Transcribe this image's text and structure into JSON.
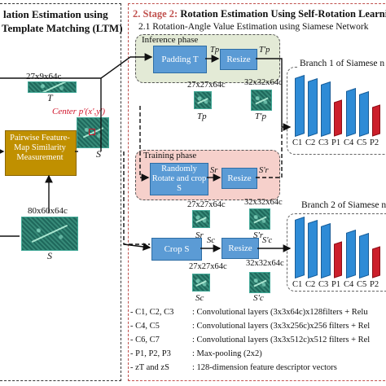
{
  "stage1": {
    "title_line1": "lation Estimation using",
    "title_line2": "Template Matching (LTM)",
    "template_dim": "27x9x64c",
    "template_sym": "T",
    "center_label": "Center p'(x',y')",
    "similarity_label": "Pairwise Feature-Map Similarity Measurement",
    "search_sym": "S",
    "search_dim": "80x60x64c",
    "search_sym2": "S"
  },
  "stage2": {
    "title_prefix": "2. Stage 2:",
    "title_rest": "Rotation Estimation Using Self-Rotation Learning",
    "subtitle": "2.1 Rotation-Angle Value Estimation using Siamese Network",
    "inference_phase": "Inference phase",
    "padding_label": "Padding T",
    "tp_arrow_label": "Tp",
    "resize_label": "Resize",
    "tpp_arrow_label": "T'p",
    "dim_27": "27x27x64c",
    "dim_32": "32x32x64c",
    "tp_sym": "Tp",
    "tpp_sym": "T'p",
    "training_phase": "Training phase",
    "rotate_label": "Randomly Rotate and crop S",
    "sr_arrow_label": "Sr",
    "resize2_label": "Resize",
    "srp_arrow_label": "S'r",
    "dim_27b": "27x27x64c",
    "dim_32b": "32x32x64c",
    "sr_sym": "Sr",
    "srp_sym": "S'r",
    "crop_label": "Crop S",
    "sc_arrow_label": "Sc",
    "resize3_label": "Resize",
    "scp_arrow_label": "S'c",
    "dim_27c": "27x27x64c",
    "dim_32c": "32x32x64c",
    "sc_sym": "Sc",
    "scp_sym": "S'c",
    "branch1": "Branch 1 of Siamese n",
    "branch2": "Branch 2 of Siamese n",
    "layer_labels": [
      "C1",
      "C2",
      "C3",
      "P1",
      "C4",
      "C5",
      "P2"
    ],
    "layer_labels2": [
      "C1",
      "C2",
      "C3",
      "P1",
      "C4",
      "C5",
      "P2"
    ]
  },
  "legend": [
    {
      "key": "- C1, C2, C3",
      "desc": ": Convolutional layers (3x3x64c)x128filters + Relu"
    },
    {
      "key": "- C4, C5",
      "desc": ": Convolutional layers (3x3x256c)x256 filters + Rel"
    },
    {
      "key": "- C6, C7",
      "desc": ": Convolutional layers (3x3x512c)x512 filters + Rel"
    },
    {
      "key": "- P1, P2, P3",
      "desc": ": Max-pooling (2x2)"
    },
    {
      "key": "- zT and zS",
      "desc": ": 128-dimension feature descriptor vectors"
    }
  ],
  "colors": {
    "stage_border": "#c0504d",
    "blue_box": "#5b9bd5",
    "gold_box": "#c09000",
    "conv_layer": "#2e8bd6",
    "pool_layer": "#cc1f2b",
    "inference_bg": "#e3ead6",
    "training_bg": "#f6d0cb"
  }
}
